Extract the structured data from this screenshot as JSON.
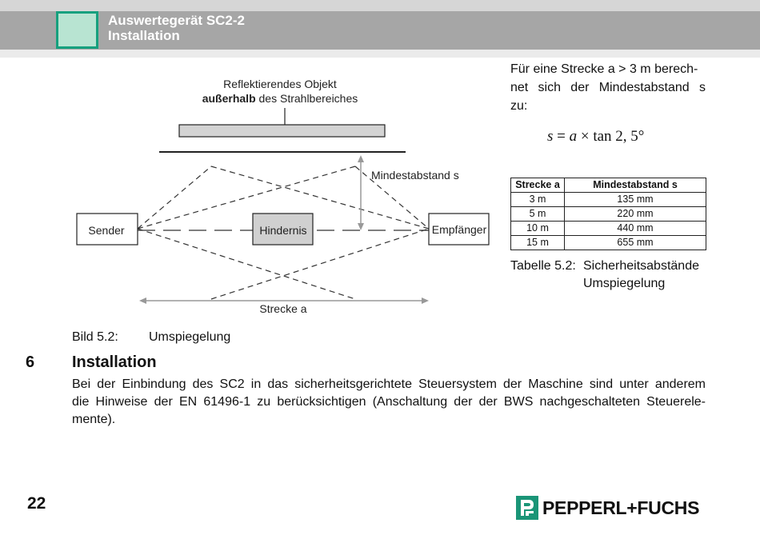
{
  "header": {
    "title": "Auswertegerät SC2-2",
    "subtitle": "Installation",
    "accent_color": "#16a07e"
  },
  "diagram": {
    "object_label_line1": "Reflektierendes Objekt",
    "object_label_bold": "außerhalb",
    "object_label_rest": " des Strahlbereiches",
    "min_distance_label": "Mindestabstand s",
    "sender_label": "Sender",
    "obstacle_label": "Hindernis",
    "receiver_label": "Empfänger",
    "distance_label": "Strecke a"
  },
  "figure_caption": {
    "label": "Bild 5.2:",
    "text": "Umspiegelung"
  },
  "intro": {
    "line1": "Für eine Strecke a > 3 m berech-",
    "line2_words": [
      "net",
      "sich",
      "der",
      "Mindestabstand",
      "s"
    ],
    "line3": "zu:"
  },
  "formula": {
    "lhs": "s",
    "eq": " = ",
    "var": "a",
    "times": " × ",
    "rhs": "tan 2, 5°"
  },
  "table": {
    "headers": [
      "Strecke a",
      "Mindestabstand s"
    ],
    "rows": [
      [
        "3 m",
        "135 mm"
      ],
      [
        "5 m",
        "220 mm"
      ],
      [
        "10 m",
        "440 mm"
      ],
      [
        "15 m",
        "655 mm"
      ]
    ],
    "caption_label": "Tabelle 5.2:",
    "caption_line1": "Sicherheitsabstände",
    "caption_line2": "Umspiegelung"
  },
  "section": {
    "number": "6",
    "title": "Installation",
    "body_line1": "Bei der Einbindung des SC2 in das sicherheitsgerichtete Steuersystem der Maschine sind unter anderem",
    "body_line2": "die Hinweise der EN 61496-1 zu berücksichtigen (Anschaltung der der BWS nachgeschalteten Steuerele-",
    "body_line3": "mente)."
  },
  "footer": {
    "page_number": "22",
    "logo_text": "PEPPERL+FUCHS",
    "logo_color": "#1a9577"
  }
}
